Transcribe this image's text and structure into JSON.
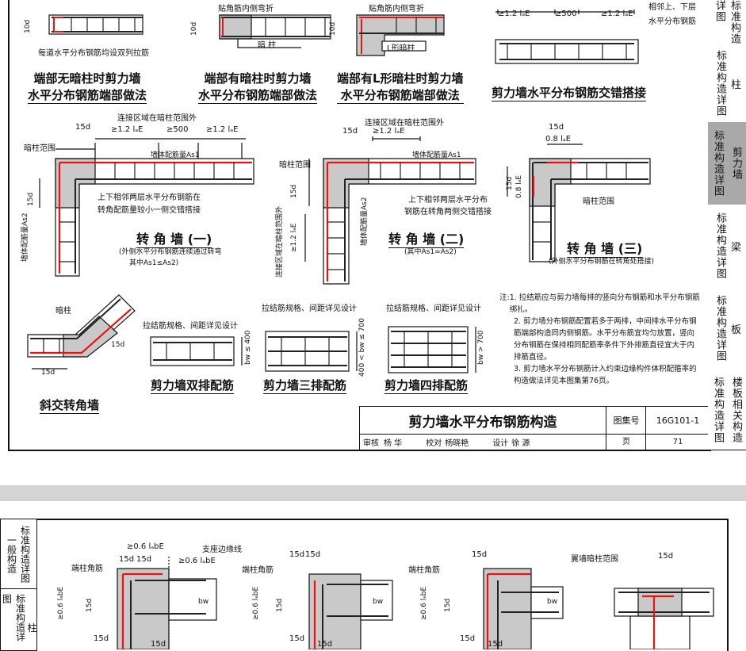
{
  "page1": {
    "top_strip": {
      "lbl_tie": "每道水平分布钢筋均设双列拉筋",
      "lbl_bend1": "贴角筋内侧弯折",
      "lbl_bend2": "贴角筋内侧弯折",
      "lbl_anzhu": "暗 柱",
      "lbl_l_anzhu": "L形暗柱",
      "d10a": "10d",
      "d10b": "10d",
      "d10c": "10d",
      "lap_a": "≥1.2 lₐE",
      "lap_b": "≥500",
      "lap_c": "≥1.2 lₐE",
      "lap_note1": "相邻上、下层",
      "lap_note2": "水平分布钢筋"
    },
    "captions": {
      "cap1_l1": "端部无暗柱时剪力墙",
      "cap1_l2": "水平分布钢筋端部做法",
      "cap2_l1": "端部有暗柱时剪力墙",
      "cap2_l2": "水平分布钢筋端部做法",
      "cap3_l1": "端部有L形暗柱时剪力墙",
      "cap3_l2": "水平分布钢筋端部做法",
      "cap4": "剪力墙水平分布钢筋交错搭接"
    },
    "corner1": {
      "zone": "连接区域在暗柱范围外",
      "d15": "15d",
      "lap_a": "≥1.2 lₐE",
      "lap_b": "≥500",
      "lap_c": "≥1.2 lₐE",
      "anzhu_range": "暗柱范围",
      "as1": "墙体配筋量As1",
      "as2": "墙体配筋量As2",
      "d15v": "15d",
      "note_l1": "上下相邻两层水平分布钢筋在",
      "note_l2": "转角配筋量较小一侧交错搭接",
      "title": "转 角 墙 (一)",
      "sub_l1": "(外侧水平分布钢筋连续通过转弯",
      "sub_l2": "其中As1≤As2)"
    },
    "corner2": {
      "zone": "连接区域在暗柱范围外",
      "d15": "15d",
      "lap": "≥1.2 lₐE",
      "anzhu_range": "暗柱范围",
      "as1": "墙体配筋量As1",
      "as2": "墙体配筋量As2",
      "zone_v": "连接区域在暗柱范围外",
      "d15v": "15d",
      "lap_v": "≥1.2 lₐE",
      "note_l1": "上下相邻两层水平分布",
      "note_l2": "钢筋在转角两侧交错搭接",
      "title": "转 角 墙 (二)",
      "sub": "(其中As1=As2)"
    },
    "corner3": {
      "d15": "15d",
      "lap": "0.8 lₐE",
      "d15v": "15d",
      "lap_v": "0.8 lₐE",
      "anzhu_range": "暗柱范围",
      "title": "转 角 墙 (三)",
      "sub": "(外侧水平分布钢筋在转角处搭接)"
    },
    "oblique": {
      "anzhu": "暗柱",
      "d15a": "15d",
      "d15b": "15d",
      "title": "斜交转角墙"
    },
    "double": {
      "spec": "拉结筋规格、间距详见设计",
      "bw": "bw ≤ 400",
      "title": "剪力墙双排配筋"
    },
    "triple": {
      "spec": "拉结筋规格、间距详见设计",
      "bw": "400 < bw ≤ 700",
      "title": "剪力墙三排配筋"
    },
    "quad": {
      "spec": "拉结筋规格、间距详见设计",
      "bw": "bw > 700",
      "title": "剪力墙四排配筋"
    },
    "notes": {
      "prefix": "注:",
      "n1": "1. 拉结筋应与剪力墙每排的竖向分布钢筋和水平分布钢筋绑扎。",
      "n2": "2. 剪力墙分布钢筋配置若多于两排，中间排水平分布钢筋端部构造同内侧钢筋。水平分布筋宜均匀放置，竖向分布钢筋在保持相同配筋率条件下外排筋直径宜大于内排筋直径。",
      "n3": "3. 剪力墙水平分布钢筋计入约束边缘构件体积配箍率的构造做法详见本图集第76页。"
    },
    "title_block": {
      "title": "剪力墙水平分布钢筋构造",
      "atlas_label": "图集号",
      "atlas_no": "16G101-1",
      "review": "审核",
      "reviewer": "杨 华",
      "check": "校对",
      "checker": "杨晓艳",
      "design": "设计",
      "designer": "徐 源",
      "page_label": "页",
      "page_no": "71"
    },
    "side_tabs": [
      {
        "label": "标准构造详图",
        "short": "",
        "active": false
      },
      {
        "label": "标准构造详图",
        "short": "柱",
        "active": false
      },
      {
        "label": "标准构造详图",
        "short": "剪力墙",
        "active": true
      },
      {
        "label": "标准构造详图",
        "short": "梁",
        "active": false
      },
      {
        "label": "标准构造详图",
        "short": "板",
        "active": false
      },
      {
        "label": "标准构造详图",
        "short": "楼板相关构造",
        "active": false
      }
    ]
  },
  "page2": {
    "side_tabs": [
      {
        "label": "标准构造详图",
        "short": "一般构造"
      },
      {
        "label": "标准构造详图",
        "short": "柱"
      }
    ],
    "d1": {
      "end_col": "端柱角筋",
      "lab1": "≥0.6 lₐbE",
      "d15a": "15d",
      "d15b": "15d",
      "support": "支座边缘线",
      "lab2": "≥0.6 lₐbE",
      "v_lab": "≥0.6 lₐbE",
      "d15c": "15d",
      "d15d": "15d",
      "d15e": "15d",
      "bw": "bw"
    },
    "d2": {
      "end_col": "端柱角筋",
      "d15a": "15d",
      "d15b": "15d",
      "v_lab": "≥0.6 lₐbE",
      "d15c": "15d",
      "d15d": "15d",
      "d15e": "15d",
      "bw": "bw"
    },
    "d3": {
      "end_col": "端柱角筋",
      "d15a": "15d",
      "v_lab": "≥0.6 lₐbE",
      "d15c": "15d",
      "d15d": "15d",
      "d15e": "15d",
      "bw": "bw"
    },
    "d4": {
      "wing": "翼墙暗柱范围",
      "d15": "15d"
    }
  }
}
